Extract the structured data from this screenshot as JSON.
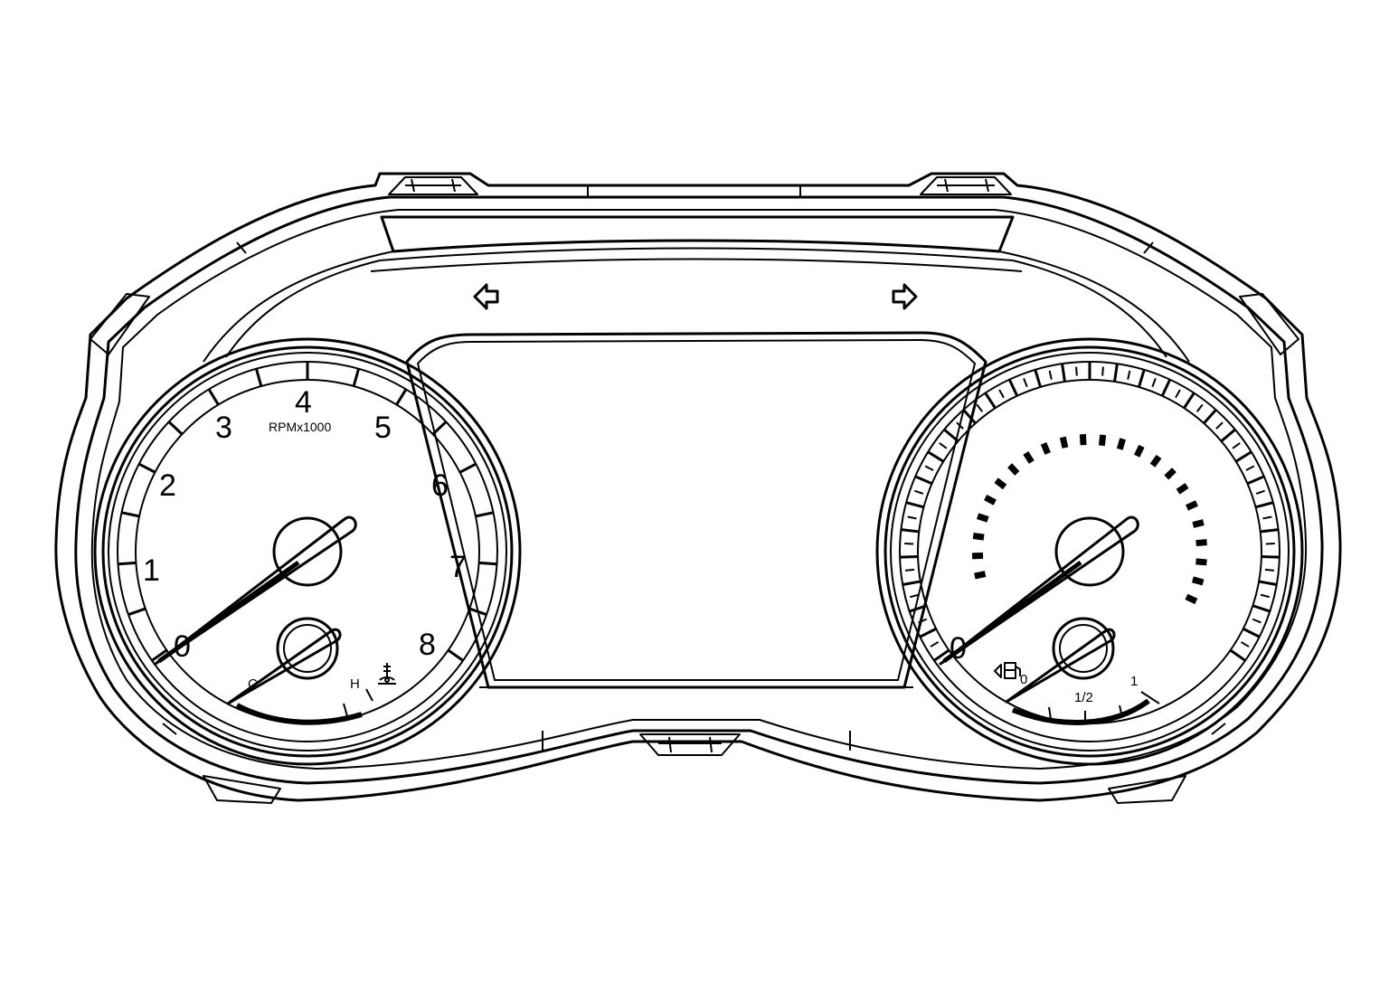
{
  "tachometer": {
    "numbers": [
      "0",
      "1",
      "2",
      "3",
      "4",
      "5",
      "6",
      "7",
      "8"
    ],
    "unit": "RPMx1000",
    "temp_low": "C",
    "temp_high": "H"
  },
  "speedometer": {
    "fuel_empty": "0",
    "fuel_half": "1/2",
    "fuel_full": "1"
  },
  "icons": {
    "left_turn": "left-arrow-icon",
    "right_turn": "right-arrow-icon",
    "coolant": "coolant-temp-icon",
    "fuel": "fuel-pump-icon"
  }
}
